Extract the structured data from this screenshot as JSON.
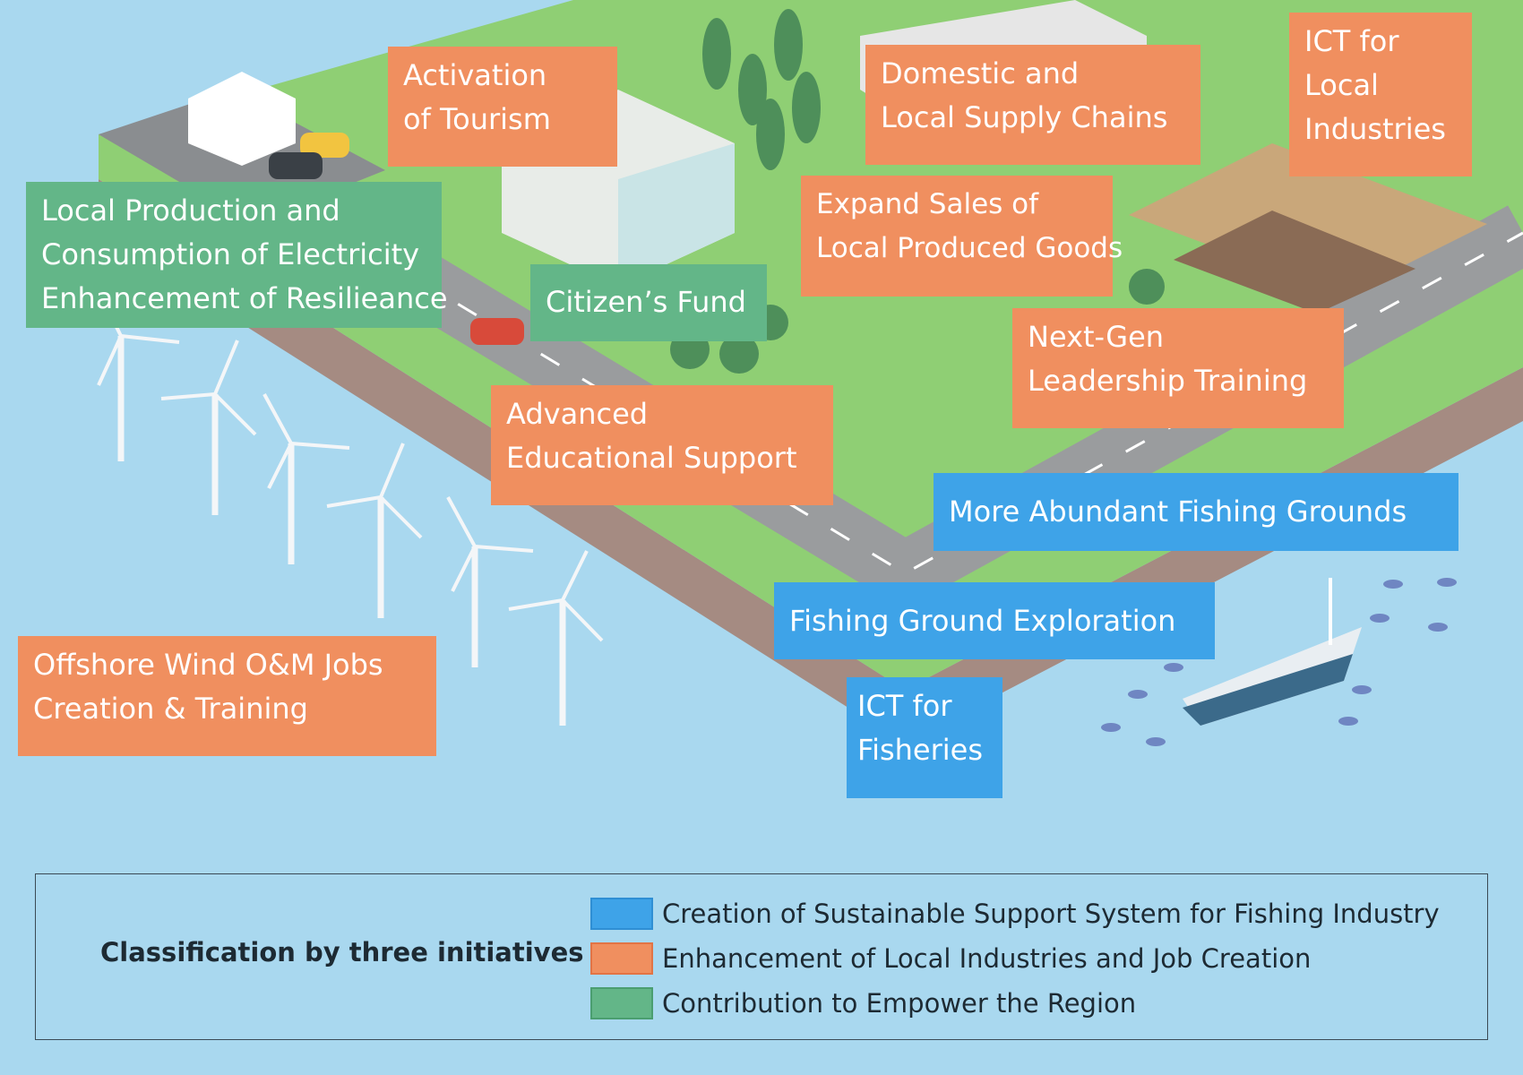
{
  "colors": {
    "sea": "#a9d8ef",
    "orange": "#f08f5f",
    "green": "#63b688",
    "blue": "#3ea3e8",
    "land": "#8fcf74",
    "road": "#9a9c9e"
  },
  "labels": {
    "activation_tourism": [
      "Activation",
      "of Tourism"
    ],
    "domestic_supply": [
      "Domestic and",
      "Local Supply Chains"
    ],
    "ict_local": [
      "ICT for",
      "Local",
      "Industries"
    ],
    "local_production": [
      "Local Production and",
      "Consumption of Electricity",
      "Enhancement of Resilieance"
    ],
    "citizens_fund": [
      "Citizen’s Fund"
    ],
    "expand_sales": [
      "Expand Sales of",
      "Local Produced Goods"
    ],
    "next_gen": [
      "Next-Gen",
      "Leadership Training"
    ],
    "advanced_edu": [
      "Advanced",
      "Educational Support"
    ],
    "abundant_fishing": [
      "More Abundant Fishing Grounds"
    ],
    "fishing_exploration": [
      "Fishing Ground Exploration"
    ],
    "ict_fisheries": [
      "ICT for",
      "Fisheries"
    ],
    "offshore_wind": [
      "Offshore Wind O&M Jobs",
      "Creation & Training"
    ]
  },
  "legend": {
    "title": "Classification by three initiatives",
    "items": [
      {
        "color": "#3ea3e8",
        "text": "Creation of Sustainable Support System for Fishing Industry"
      },
      {
        "color": "#f08f5f",
        "text": "Enhancement of Local Industries and Job Creation"
      },
      {
        "color": "#63b688",
        "text": "Contribution to Empower the Region"
      }
    ]
  }
}
